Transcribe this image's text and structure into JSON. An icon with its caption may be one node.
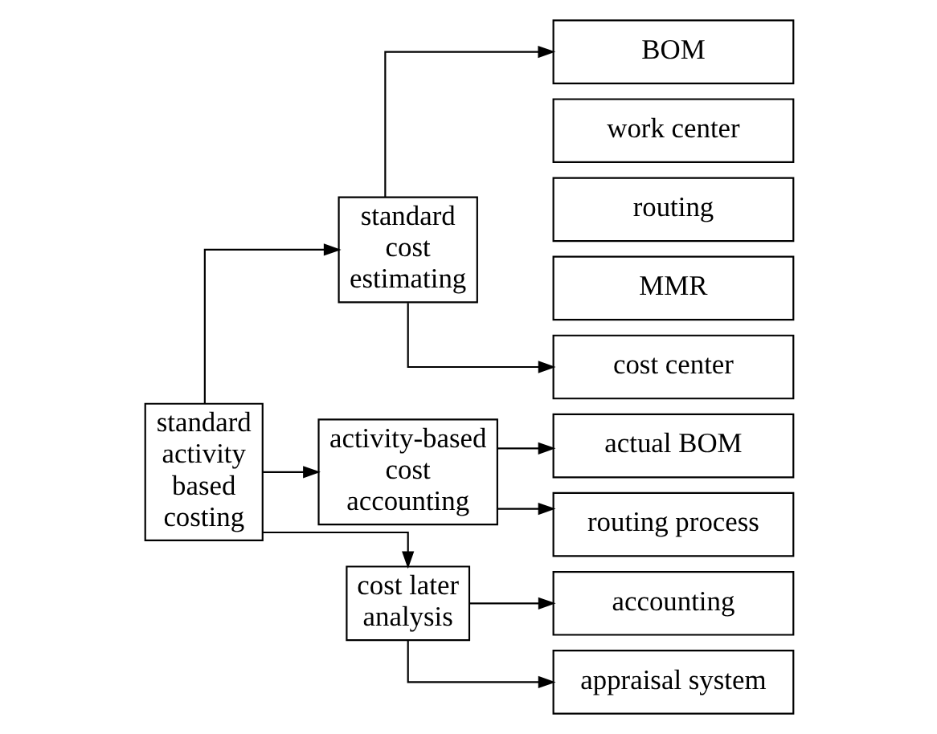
{
  "diagram": {
    "nodes": [
      {
        "text": [
          "standard activity based costing"
        ]
      },
      {
        "text": [
          "standard cost estimating"
        ]
      },
      {
        "text": [
          "BOM"
        ]
      },
      {
        "text": [
          "work center"
        ]
      },
      {
        "text": [
          "routing"
        ]
      },
      {
        "text": [
          "MMR"
        ]
      },
      {
        "text": [
          "cost center"
        ]
      },
      {
        "text": [
          "activity-based cost accounting"
        ]
      },
      {
        "text": [
          "actual BOM"
        ]
      },
      {
        "text": [
          "routing process"
        ]
      },
      {
        "text": [
          "cost later analysis"
        ]
      },
      {
        "text": [
          "accounting"
        ]
      },
      {
        "text": [
          "appraisal system"
        ]
      }
    ],
    "edges": [
      {
        "from": 0,
        "to": 1,
        "arrow": "to"
      },
      {
        "from": 0,
        "to": 7,
        "arrow": "to"
      },
      {
        "from": 0,
        "to": 10,
        "arrow": "to"
      },
      {
        "from": 1,
        "to": 2,
        "arrow": "to"
      },
      {
        "from": 1,
        "to": 6,
        "arrow": "to"
      },
      {
        "from": 7,
        "to": 8,
        "arrow": "to"
      },
      {
        "from": 7,
        "to": 9,
        "arrow": "to"
      },
      {
        "from": 10,
        "to": 11,
        "arrow": "to"
      },
      {
        "from": 10,
        "to": 12,
        "arrow": "to"
      }
    ]
  }
}
